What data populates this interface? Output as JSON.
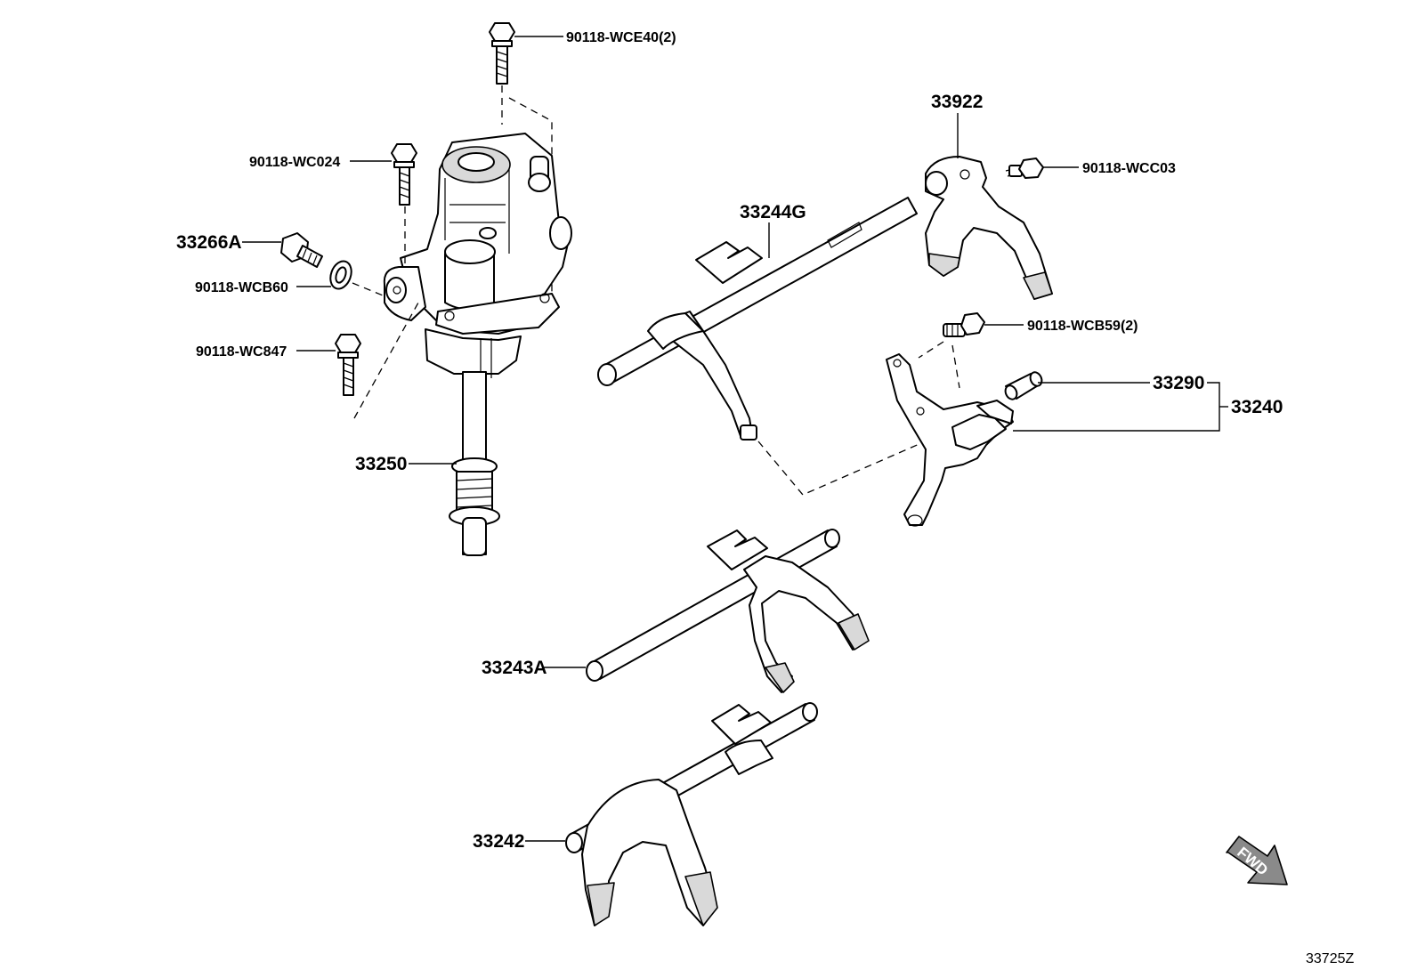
{
  "labels": {
    "bolt_top": "90118-WCE40(2)",
    "bolt_wc024": "90118-WC024",
    "plug_33266a": "33266A",
    "gasket_wcb60": "90118-WCB60",
    "bolt_wc847": "90118-WC847",
    "shaft_33250": "33250",
    "shaft_33244g": "33244G",
    "fork_33922": "33922",
    "bolt_wcc03": "90118-WCC03",
    "bolt_wcb59": "90118-WCB59(2)",
    "pin_33290": "33290",
    "assy_33240": "33240",
    "shaft_33243a": "33243A",
    "shaft_33242": "33242"
  },
  "fwd_label": "FWD",
  "diagram_code": "33725Z",
  "colors": {
    "line": "#000000",
    "background": "#ffffff",
    "shade": "#d9d9d9",
    "dark": "#8a8a8a"
  }
}
